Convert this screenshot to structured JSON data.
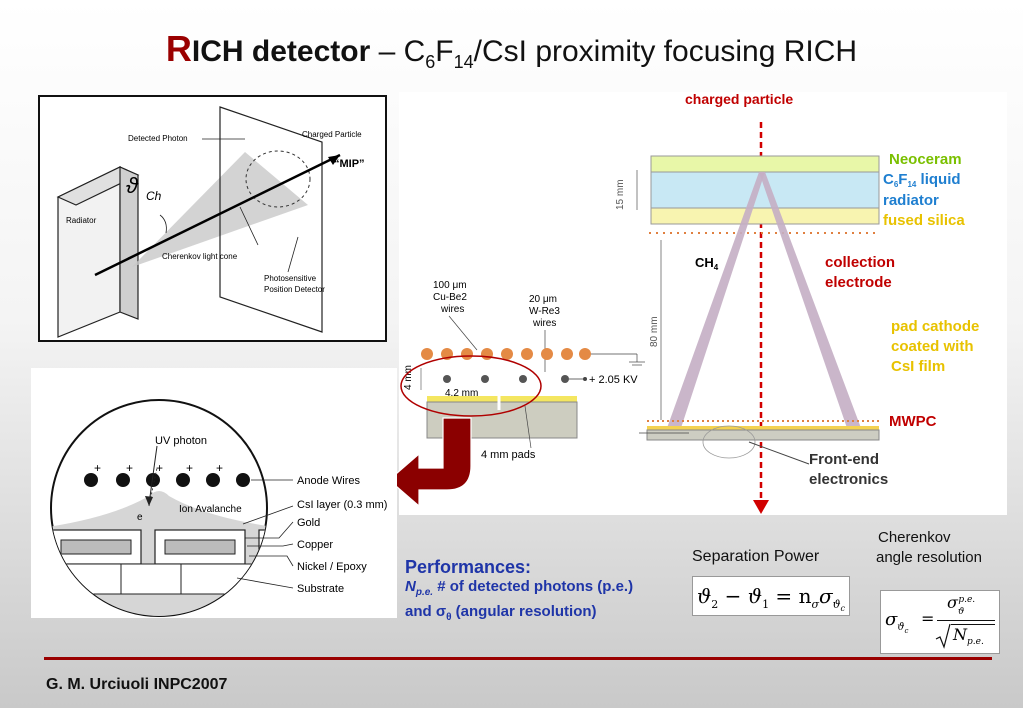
{
  "title": {
    "r": "R",
    "rest": "ICH detector",
    "dash": " – ",
    "c": "C",
    "sub6": "6",
    "f": "F",
    "sub14": "14",
    "tail": "/CsI proximity focusing RICH"
  },
  "schematic": {
    "detected_photon": "Detected Photon",
    "charged_particle": "Charged Particle",
    "mip": "“MIP”",
    "radiator": "Radiator",
    "theta": "ϑ",
    "theta_sub": "Ch",
    "cone": "Cherenkov light cone",
    "photosens_1": "Photosensitive",
    "photosens_2": "Position Detector"
  },
  "detector": {
    "charged_particle": "charged particle",
    "neoceram": "Neoceram",
    "c6f14_c": "C",
    "c6f14_6": "6",
    "c6f14_f": "F",
    "c6f14_14": "14",
    "liquid": " liquid",
    "radiator": "radiator",
    "fused_silica": "fused silica",
    "dim_15": "15 mm",
    "ch4_c": "CH",
    "ch4_4": "4",
    "collection_1": "collection",
    "collection_2": "electrode",
    "dim_80": "80 mm",
    "pad_1": "pad cathode",
    "pad_2": "coated with",
    "pad_3": "CsI film",
    "mwpc": "MWPC",
    "fe_1": "Front-end",
    "fe_2": "electronics",
    "cube_1": "100 μm",
    "cube_2": "Cu-Be2",
    "cube_3": "wires",
    "w_1": "20 μm",
    "w_2": "W-Re3",
    "w_3": "wires",
    "dim_4": "4 mm",
    "hv": "+ 2.05 KV",
    "dim_42": "4.2 mm",
    "pads": "4 mm pads"
  },
  "closeup": {
    "uv": "UV photon",
    "anode": "Anode Wires",
    "csi": "CsI layer (0.3 mm)",
    "ion": "Ion Avalanche",
    "electron": "e",
    "gold": "Gold",
    "copper": "Copper",
    "nickel": "Nickel / Epoxy",
    "substrate": "Substrate",
    "plus": "+"
  },
  "labels": {
    "separation": "Separation Power",
    "cher_1": "Cherenkov",
    "cher_2": "angle resolution"
  },
  "performances": {
    "heading": "Performances:",
    "n": "N",
    "n_sub": "p.e.",
    "line1": " # of detected photons (p.e.)",
    "and": "and  ",
    "sigma": "σ",
    "sigma_sub": "θ",
    "line2": "  (angular resolution)"
  },
  "eq1": {
    "t2": "ϑ",
    "s2": "2",
    "minus": " − ",
    "t1": "ϑ",
    "s1": "1",
    "eq": " = ",
    "n": "n",
    "sub_sigma": "σ",
    "sigma": "σ",
    "sub_theta": "ϑ",
    "sub_c": "c"
  },
  "eq2": {
    "sigma": "σ",
    "sub_theta": "ϑ",
    "sub_c": "c",
    "eq": "=",
    "num_sigma": "σ",
    "num_sub": "ϑ",
    "num_sup": "p.e.",
    "den_n": "N",
    "den_sub": "p.e."
  },
  "footer": "G. M. Urciuoli INPC2007",
  "colors": {
    "dark_red": "#9a0000",
    "particle_red": "#d10000",
    "label_red": "#c00000",
    "neoceram_green": "#7ac000",
    "liquid_blue": "#1f7fd0",
    "silica_yellow": "#e8c200",
    "perf_blue": "#1f35a8",
    "cone_purple": "#c4aec4"
  }
}
